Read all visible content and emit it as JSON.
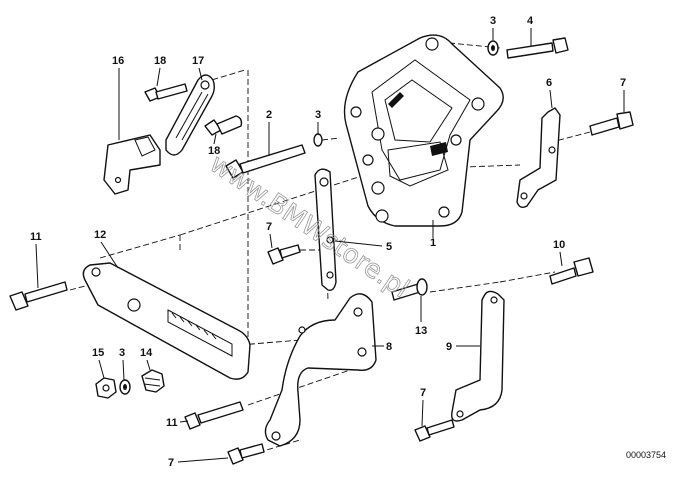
{
  "diagram": {
    "watermark": "www.BMWstore.pl",
    "drawing_code": "00003754",
    "callouts": [
      "1",
      "2",
      "3",
      "4",
      "5",
      "6",
      "7",
      "8",
      "9",
      "10",
      "11",
      "12",
      "13",
      "14",
      "15",
      "16",
      "17",
      "18"
    ]
  },
  "labels": {
    "l1": "1",
    "l2": "2",
    "l3a": "3",
    "l3b": "3",
    "l3c": "3",
    "l4": "4",
    "l5": "5",
    "l6": "6",
    "l7a": "7",
    "l7b": "7",
    "l7c": "7",
    "l7d": "7",
    "l8": "8",
    "l9": "9",
    "l10": "10",
    "l11a": "11",
    "l11b": "11",
    "l12": "12",
    "l13": "13",
    "l14": "14",
    "l15": "15",
    "l16": "16",
    "l17": "17",
    "l18a": "18",
    "l18b": "18"
  }
}
